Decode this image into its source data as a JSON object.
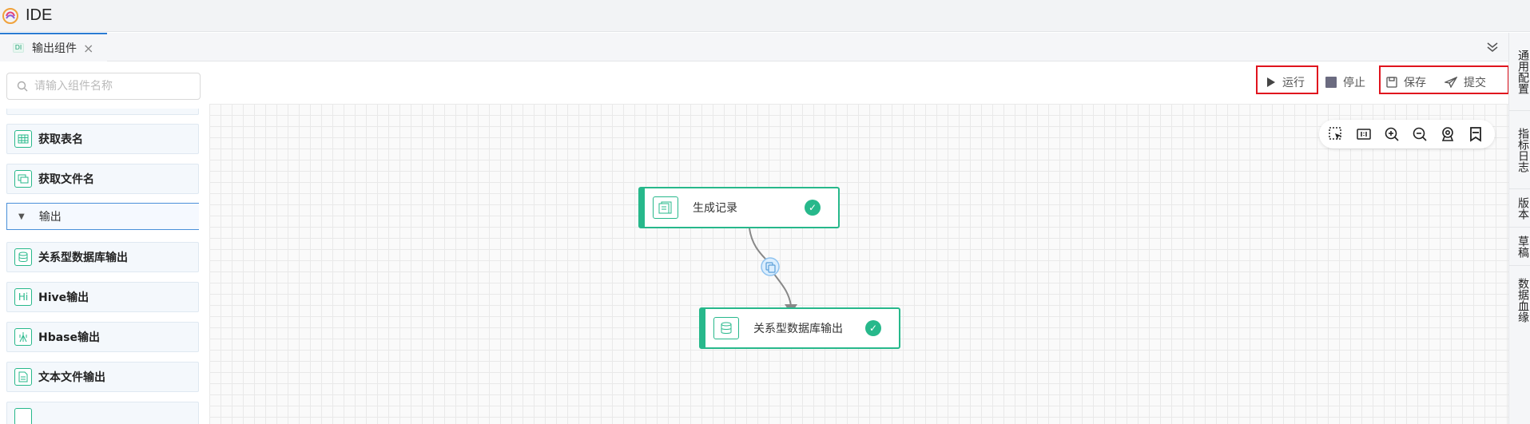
{
  "app": {
    "title": "IDE"
  },
  "tabs": [
    {
      "label": "输出组件",
      "icon_text": "DI"
    }
  ],
  "search": {
    "placeholder": "请输入组件名称",
    "value": ""
  },
  "components": {
    "items_top": [
      {
        "label": "获取表名",
        "icon": "table-icon"
      },
      {
        "label": "获取文件名",
        "icon": "file-name-icon"
      }
    ],
    "section": {
      "label": "输出"
    },
    "output_items": [
      {
        "label": "关系型数据库输出",
        "icon": "database-icon"
      },
      {
        "label": "Hive输出",
        "icon": "hive-icon",
        "icon_text": "Hi"
      },
      {
        "label": "Hbase输出",
        "icon": "hbase-icon"
      },
      {
        "label": "文本文件输出",
        "icon": "text-file-icon"
      }
    ]
  },
  "toolbar": {
    "run": "运行",
    "stop": "停止",
    "save": "保存",
    "submit": "提交"
  },
  "nodes": [
    {
      "label": "生成记录",
      "icon": "records-icon",
      "status": "success"
    },
    {
      "label": "关系型数据库输出",
      "icon": "database-icon",
      "status": "success"
    }
  ],
  "right_rail": [
    "通用配置",
    "指标日志",
    "版本",
    "草稿",
    "数据血缘"
  ],
  "colors": {
    "accent": "#27b88b",
    "highlight": "#e0141e",
    "tab_active": "#2b7cd3"
  }
}
